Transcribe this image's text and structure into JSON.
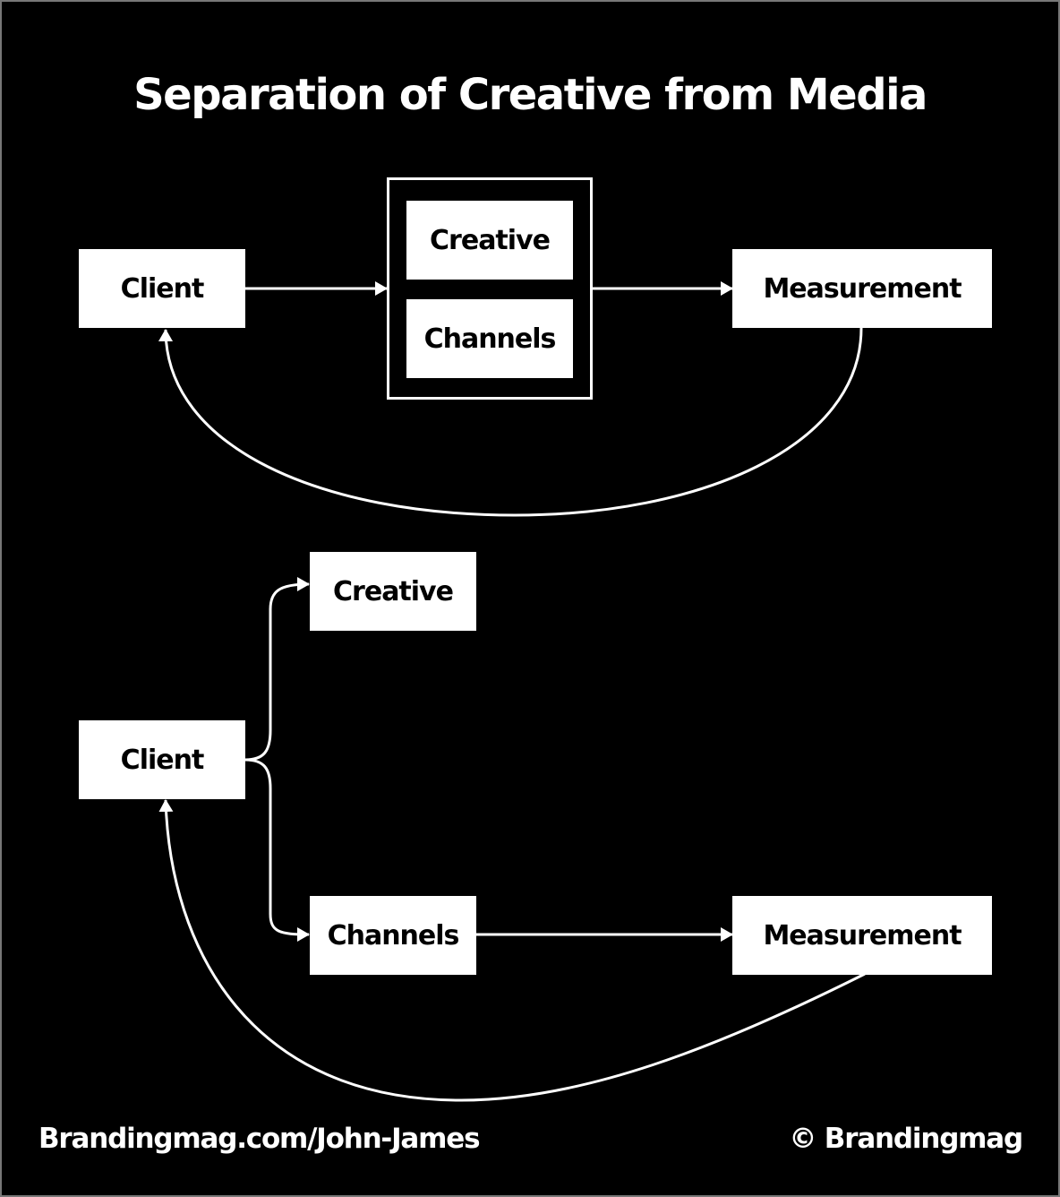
{
  "title": "Separation of Creative from Media",
  "diagram_top": {
    "client": "Client",
    "creative": "Creative",
    "channels": "Channels",
    "measurement": "Measurement"
  },
  "diagram_bottom": {
    "client": "Client",
    "creative": "Creative",
    "channels": "Channels",
    "measurement": "Measurement"
  },
  "edges": [
    {
      "from": "Client",
      "to": "Creative+Channels group",
      "diagram": "top"
    },
    {
      "from": "Creative+Channels group",
      "to": "Measurement",
      "diagram": "top"
    },
    {
      "from": "Measurement",
      "to": "Client",
      "diagram": "top"
    },
    {
      "from": "Client",
      "to": "Creative",
      "diagram": "bottom"
    },
    {
      "from": "Client",
      "to": "Channels",
      "diagram": "bottom"
    },
    {
      "from": "Channels",
      "to": "Measurement",
      "diagram": "bottom"
    },
    {
      "from": "Measurement",
      "to": "Client",
      "diagram": "bottom"
    }
  ],
  "footer": {
    "left": "Brandingmag.com/John-James",
    "right": "© Brandingmag"
  },
  "colors": {
    "background": "#000000",
    "foreground": "#ffffff",
    "border": "#777777"
  }
}
